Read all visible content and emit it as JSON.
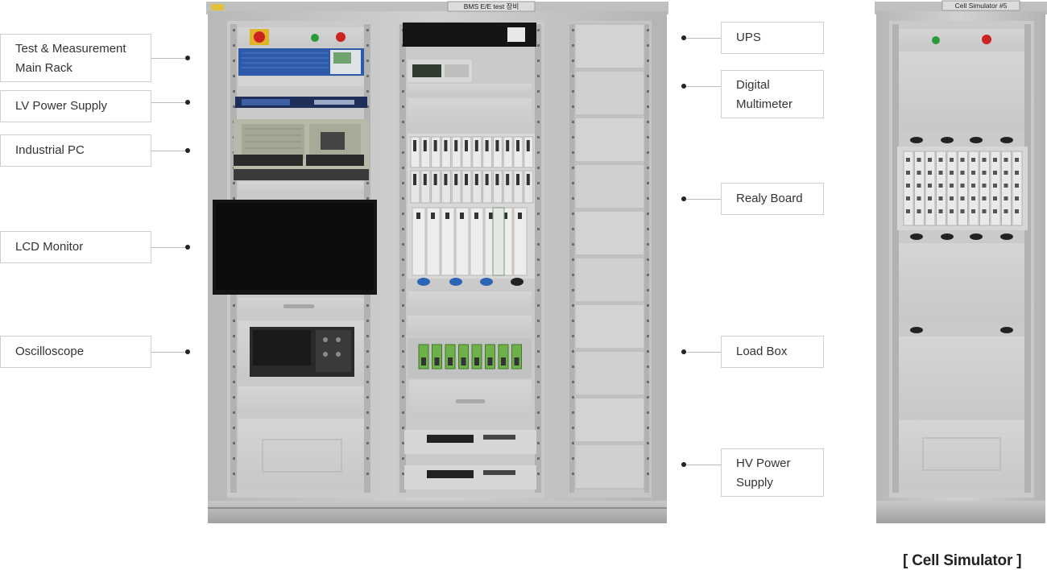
{
  "left_labels": [
    {
      "id": "test-measurement",
      "text": "Test & Measurement Main Rack"
    },
    {
      "id": "lv-power",
      "text": "LV Power Supply"
    },
    {
      "id": "industrial-pc",
      "text": "Industrial PC"
    },
    {
      "id": "lcd-monitor",
      "text": "LCD Monitor"
    },
    {
      "id": "oscilloscope",
      "text": "Oscilloscope"
    }
  ],
  "right_labels": [
    {
      "id": "ups",
      "text": "UPS"
    },
    {
      "id": "digital-multimeter",
      "text": "Digital Multimeter"
    },
    {
      "id": "relay-board",
      "text": "Realy Board"
    },
    {
      "id": "load-box",
      "text": "Load Box"
    },
    {
      "id": "hv-power",
      "text": "HV Power Supply"
    }
  ],
  "rack_titles": {
    "main": "BMS E/E test 장비",
    "cell": "Cell Simulator #5"
  },
  "caption": "[ Cell Simulator ]"
}
